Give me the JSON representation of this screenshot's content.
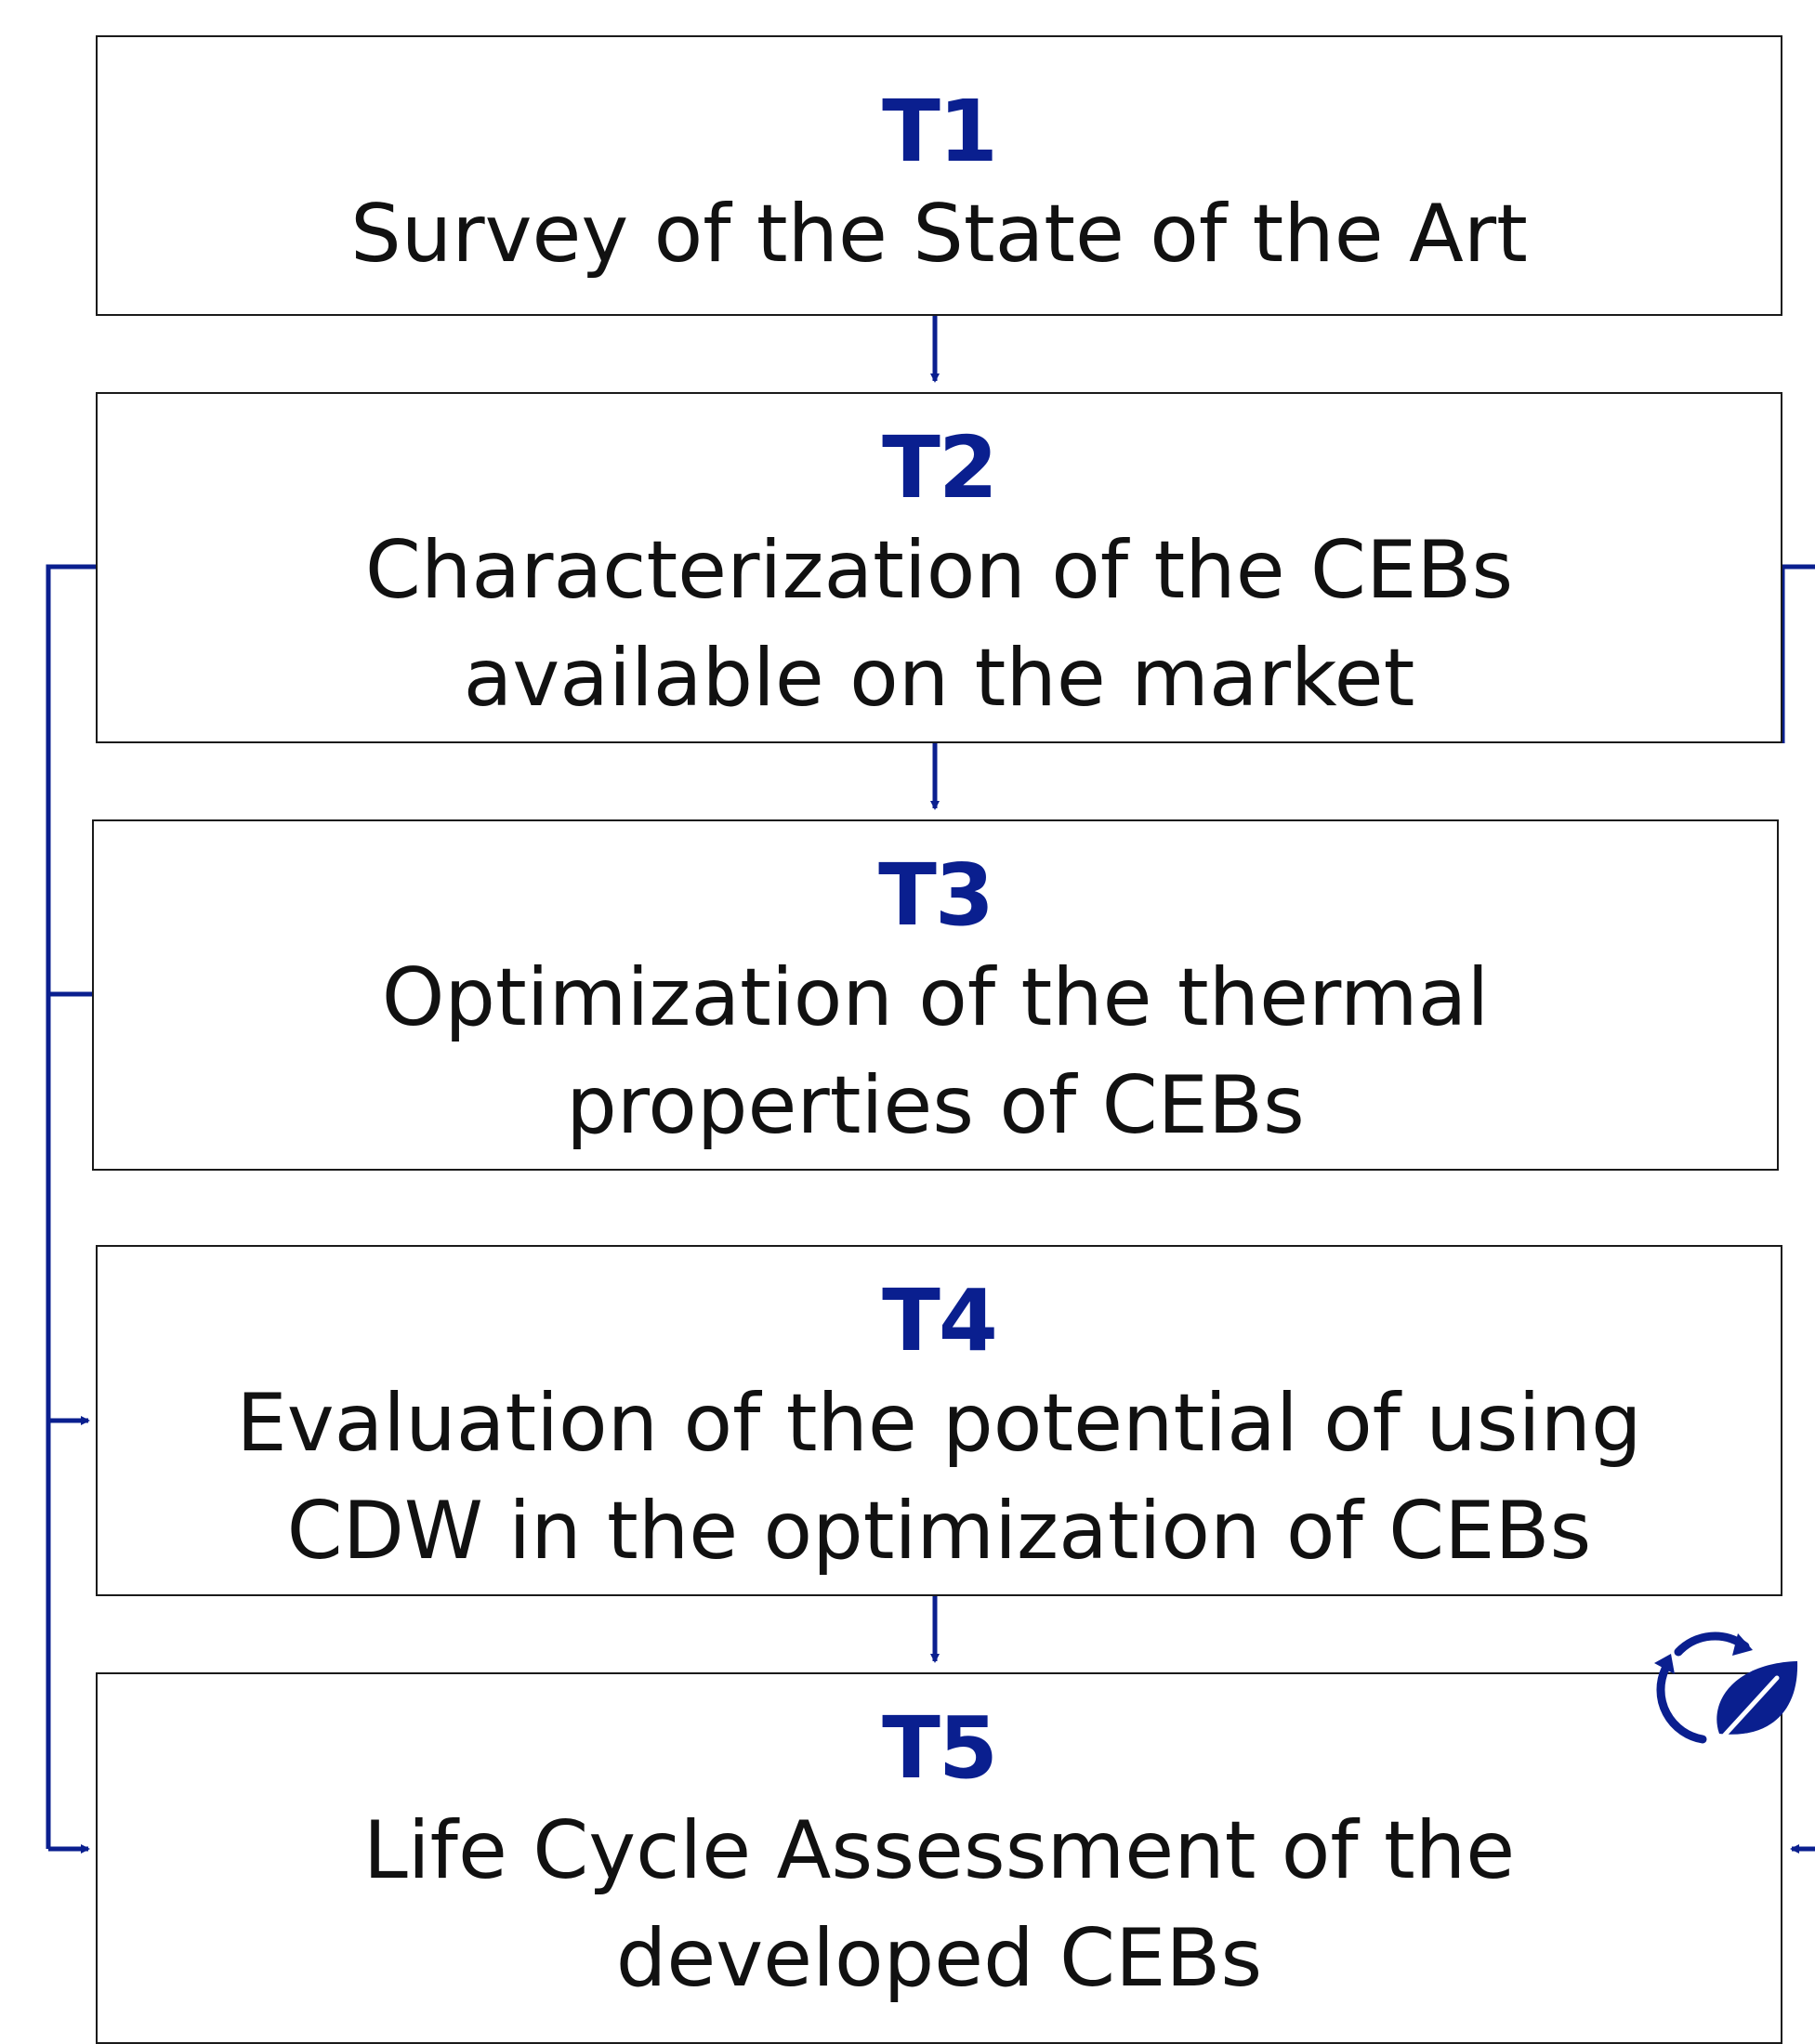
{
  "colors": {
    "accent": "#0a1f8f",
    "border": "#1a1a1a",
    "text": "#111111"
  },
  "tasks": [
    {
      "id": "T1",
      "title": "Survey of the State of the Art"
    },
    {
      "id": "T2",
      "title": "Characterization of the CEBs\navailable on the market"
    },
    {
      "id": "T3",
      "title": "Optimization of the thermal\nproperties of CEBs"
    },
    {
      "id": "T4",
      "title": "Evaluation of the potential of using\nCDW in the optimization of CEBs"
    },
    {
      "id": "T5",
      "title": "Life Cycle Assessment of the\ndeveloped CEBs"
    }
  ],
  "icons": {
    "sustainability": "recycle-leaf-icon"
  }
}
